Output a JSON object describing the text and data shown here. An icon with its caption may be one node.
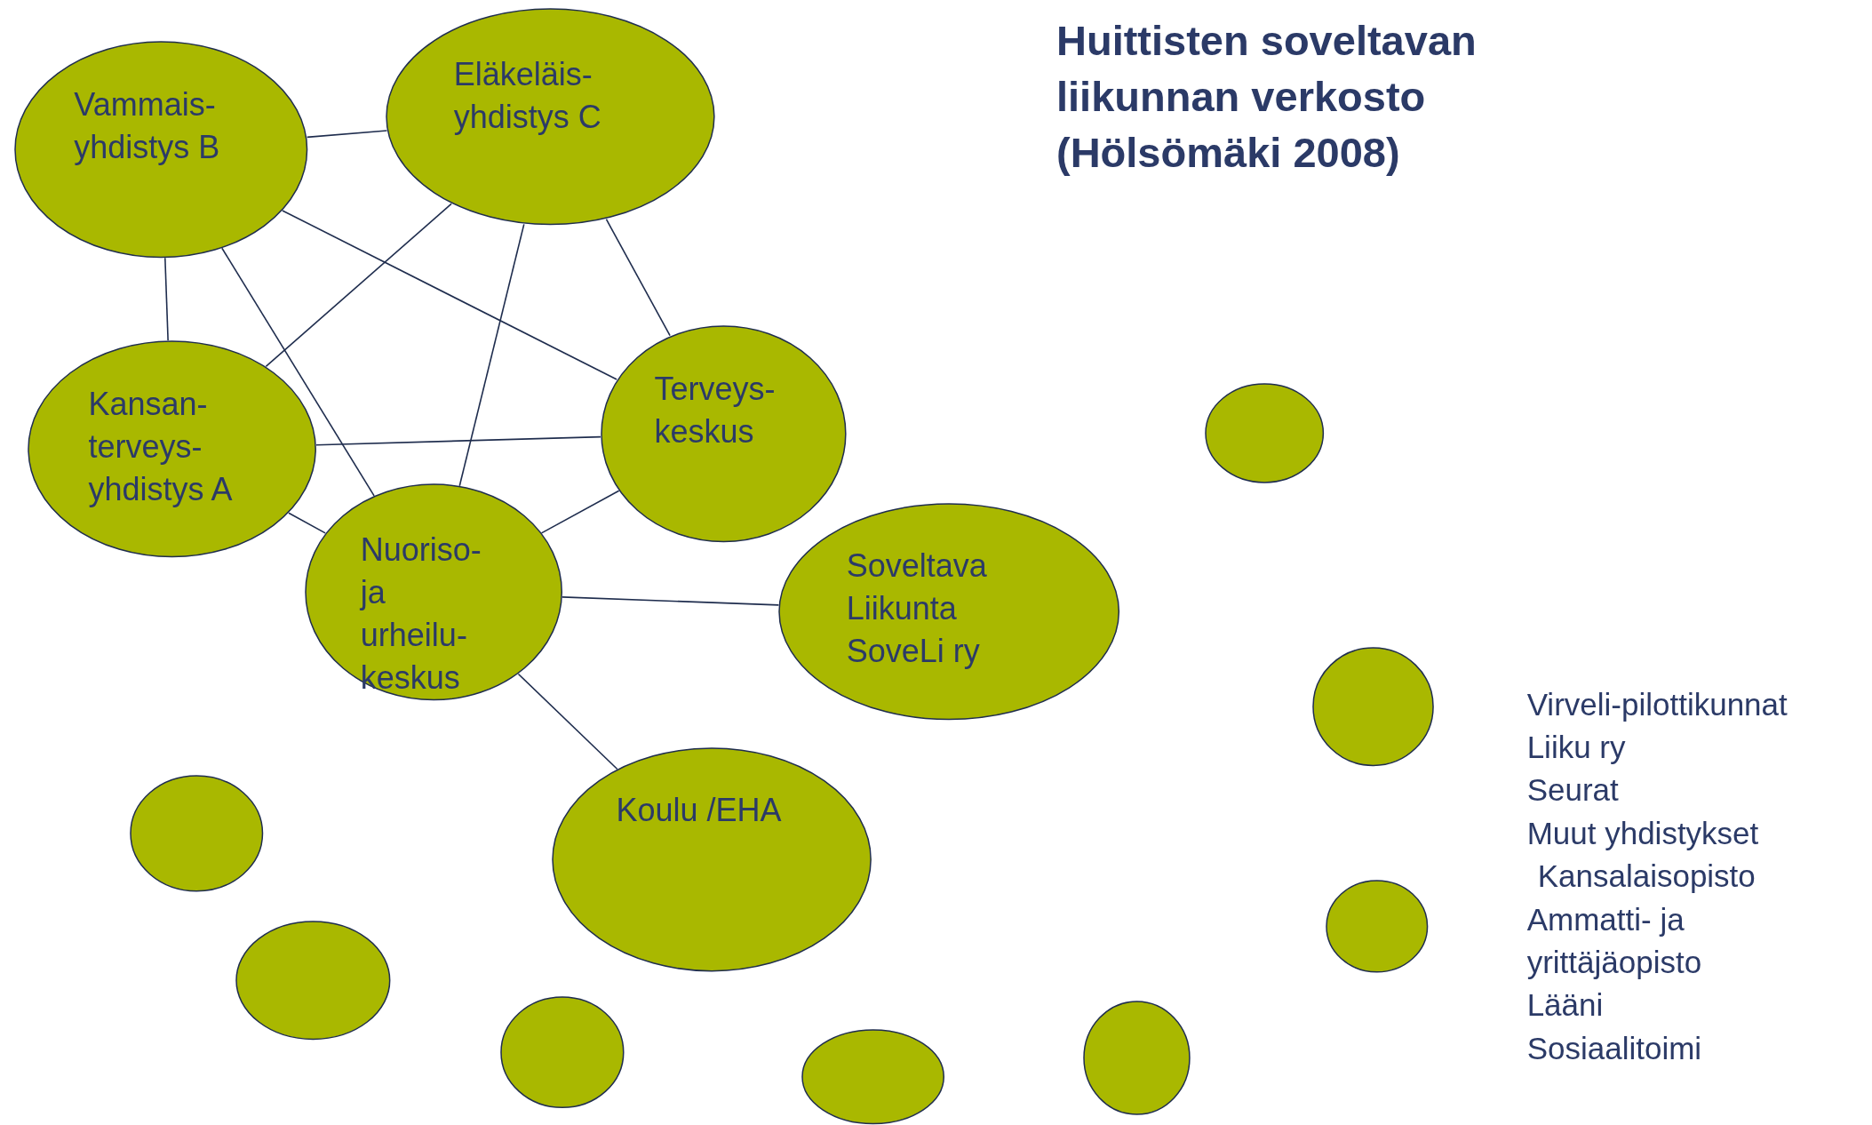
{
  "diagram": {
    "title": "Huittisten soveltavan liikunnan verkosto (Hölsömäki 2008)",
    "nodes": [
      {
        "text": [
          "Vammais-yhdistys B"
        ]
      },
      {
        "text": [
          "Eläkeläis-yhdistys C"
        ]
      },
      {
        "text": [
          "Kansan-terveys-yhdistys A"
        ]
      },
      {
        "text": [
          "Terveys-keskus"
        ]
      },
      {
        "text": [
          "Nuoriso- ja urheilu-keskus"
        ]
      },
      {
        "text": [
          "Soveltava Liikunta SoveLi ry"
        ]
      },
      {
        "text": [
          "Koulu /EHA"
        ]
      },
      {
        "text": [],
        "shape": "ellipse"
      },
      {
        "text": [],
        "shape": "ellipse"
      },
      {
        "text": [],
        "shape": "ellipse"
      },
      {
        "text": [],
        "shape": "ellipse"
      },
      {
        "text": [],
        "shape": "ellipse"
      },
      {
        "text": [],
        "shape": "ellipse"
      },
      {
        "text": [],
        "shape": "ellipse"
      },
      {
        "text": [],
        "shape": "ellipse"
      }
    ],
    "edges": [
      {
        "from": 0,
        "to": 1,
        "arrow": "none"
      },
      {
        "from": 0,
        "to": 2,
        "arrow": "none"
      },
      {
        "from": 0,
        "to": 4,
        "arrow": "none"
      },
      {
        "from": 0,
        "to": 3,
        "arrow": "none"
      },
      {
        "from": 1,
        "to": 2,
        "arrow": "none"
      },
      {
        "from": 1,
        "to": 4,
        "arrow": "none"
      },
      {
        "from": 1,
        "to": 3,
        "arrow": "none"
      },
      {
        "from": 2,
        "to": 3,
        "arrow": "none"
      },
      {
        "from": 2,
        "to": 4,
        "arrow": "none"
      },
      {
        "from": 3,
        "to": 4,
        "arrow": "none"
      },
      {
        "from": 4,
        "to": 5,
        "arrow": "none"
      },
      {
        "from": 4,
        "to": 6,
        "arrow": "none"
      }
    ],
    "labels": [
      "Virveli-pilottikunnat",
      "Liiku ry",
      "Seurat",
      "Muut yhdistykset",
      "Kansalaisopisto",
      "Ammatti- ja yrittäjäopisto",
      "Lääni",
      "Sosiaalitoimi"
    ]
  }
}
